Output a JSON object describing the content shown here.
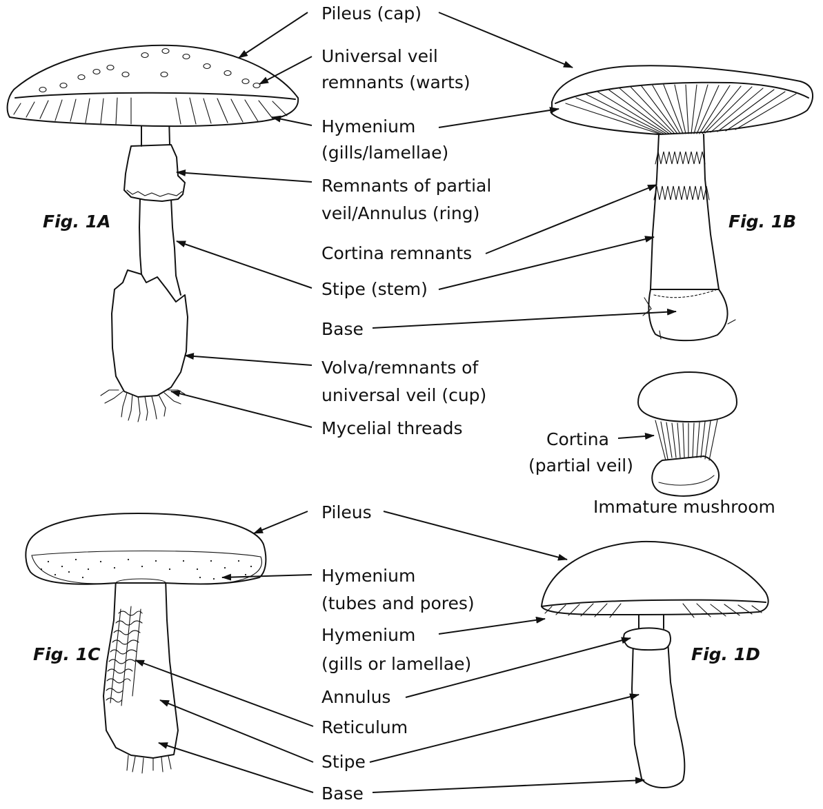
{
  "labels": {
    "pileus_cap": "Pileus (cap)",
    "universal_veil_l1": "Universal veil",
    "universal_veil_l2": "remnants (warts)",
    "hymenium_1_l1": "Hymenium",
    "hymenium_1_l2": "(gills/lamellae)",
    "partial_veil_l1": "Remnants of partial",
    "partial_veil_l2": "veil/Annulus (ring)",
    "cortina_remnants": "Cortina remnants",
    "stipe_stem": "Stipe (stem)",
    "base_top": "Base",
    "volva_l1": "Volva/remnants of",
    "volva_l2": "universal veil (cup)",
    "mycelial": "Mycelial threads",
    "cortina_l1": "Cortina",
    "cortina_l2": "(partial veil)",
    "immature": "Immature mushroom",
    "pileus": "Pileus",
    "hymenium_2_l1": "Hymenium",
    "hymenium_2_l2": "(tubes and pores)",
    "hymenium_3_l1": "Hymenium",
    "hymenium_3_l2": "(gills or lamellae)",
    "annulus": "Annulus",
    "reticulum": "Reticulum",
    "stipe": "Stipe",
    "base_bottom": "Base"
  },
  "figures": {
    "fig_1a": "Fig. 1A",
    "fig_1b": "Fig. 1B",
    "fig_1c": "Fig. 1C",
    "fig_1d": "Fig. 1D"
  }
}
